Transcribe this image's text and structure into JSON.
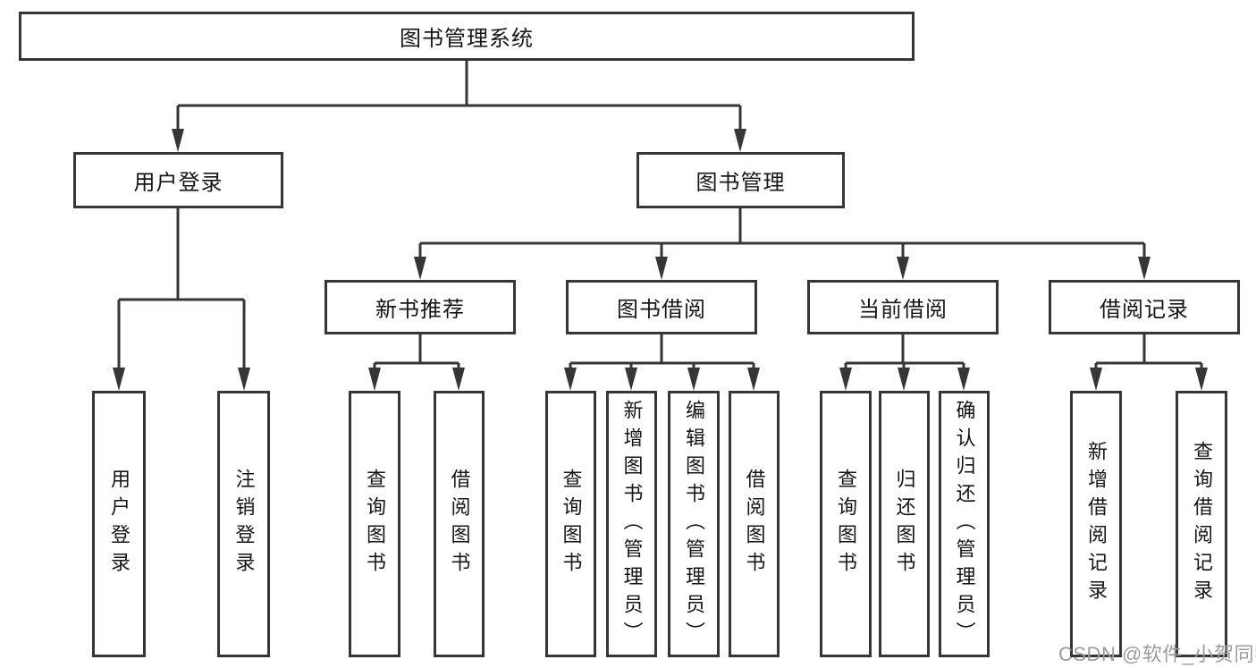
{
  "diagram": {
    "type": "hierarchy-tree",
    "title": "图书管理系统"
  },
  "tree": {
    "label": "图书管理系统",
    "children": [
      {
        "label": "用户登录",
        "children": [
          {
            "label": "用户登录"
          },
          {
            "label": "注销登录"
          }
        ]
      },
      {
        "label": "图书管理",
        "children": [
          {
            "label": "新书推荐",
            "children": [
              {
                "label": "查询图书"
              },
              {
                "label": "借阅图书"
              }
            ]
          },
          {
            "label": "图书借阅",
            "children": [
              {
                "label": "查询图书"
              },
              {
                "label": "新增图书（管理员）"
              },
              {
                "label": "编辑图书（管理员）"
              },
              {
                "label": "借阅图书"
              }
            ]
          },
          {
            "label": "当前借阅",
            "children": [
              {
                "label": "查询图书"
              },
              {
                "label": "归还图书"
              },
              {
                "label": "确认归还（管理员）"
              }
            ]
          },
          {
            "label": "借阅记录",
            "children": [
              {
                "label": "新增借阅记录"
              },
              {
                "label": "查询借阅记录"
              }
            ]
          }
        ]
      }
    ]
  },
  "watermark": {
    "text": "CSDN @软件_小贺同学"
  },
  "colors": {
    "line": "#363636",
    "box_border": "#363636",
    "text": "#161616",
    "watermark": "#9c9c9c",
    "background": "#ffffff"
  }
}
